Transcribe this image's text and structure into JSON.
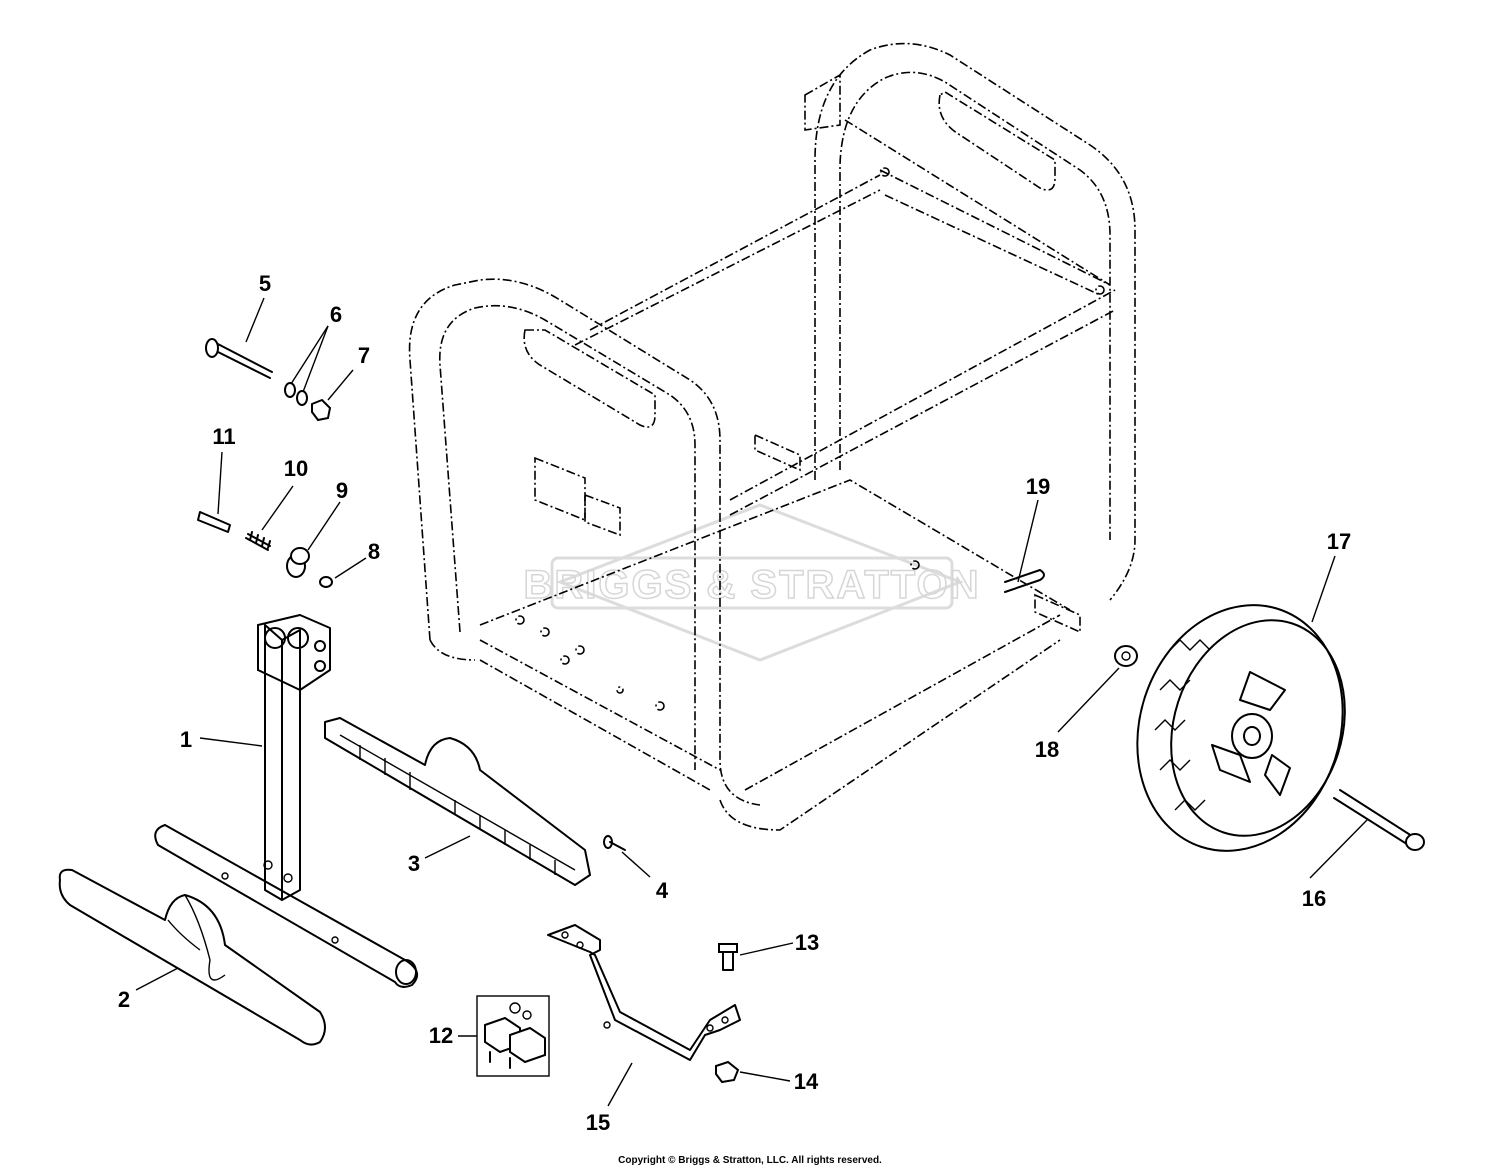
{
  "callouts": [
    {
      "id": "1",
      "label": "1"
    },
    {
      "id": "2",
      "label": "2"
    },
    {
      "id": "3",
      "label": "3"
    },
    {
      "id": "4",
      "label": "4"
    },
    {
      "id": "5",
      "label": "5"
    },
    {
      "id": "6",
      "label": "6"
    },
    {
      "id": "7",
      "label": "7"
    },
    {
      "id": "8",
      "label": "8"
    },
    {
      "id": "9",
      "label": "9"
    },
    {
      "id": "10",
      "label": "10"
    },
    {
      "id": "11",
      "label": "11"
    },
    {
      "id": "12",
      "label": "12"
    },
    {
      "id": "13",
      "label": "13"
    },
    {
      "id": "14",
      "label": "14"
    },
    {
      "id": "15",
      "label": "15"
    },
    {
      "id": "16",
      "label": "16"
    },
    {
      "id": "17",
      "label": "17"
    },
    {
      "id": "18",
      "label": "18"
    },
    {
      "id": "19",
      "label": "19"
    }
  ],
  "watermark": "BRIGGS & STRATTON",
  "copyright": "Copyright © Briggs & Stratton, LLC. All rights reserved."
}
